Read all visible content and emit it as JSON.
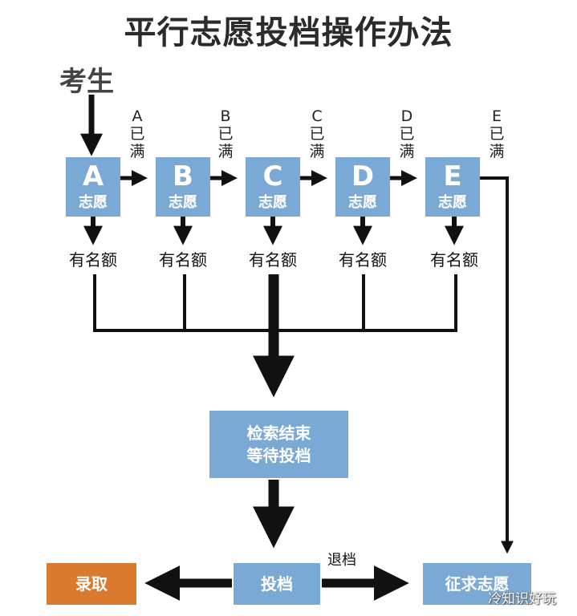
{
  "title": "平行志愿投档操作办法",
  "examinee": "考生",
  "wishes": [
    {
      "letter": "A",
      "sub": "志愿",
      "full_letter": "A",
      "full_text1": "已",
      "full_text2": "满"
    },
    {
      "letter": "B",
      "sub": "志愿",
      "full_letter": "B",
      "full_text1": "已",
      "full_text2": "满"
    },
    {
      "letter": "C",
      "sub": "志愿",
      "full_letter": "C",
      "full_text1": "已",
      "full_text2": "满"
    },
    {
      "letter": "D",
      "sub": "志愿",
      "full_letter": "D",
      "full_text1": "已",
      "full_text2": "满"
    },
    {
      "letter": "E",
      "sub": "志愿",
      "full_letter": "E",
      "full_text1": "已",
      "full_text2": "满"
    }
  ],
  "quota_label": "有名额",
  "search_end": {
    "line1": "检索结束",
    "line2": "等待投档"
  },
  "admit": "录取",
  "invest": "投档",
  "return": "退档",
  "solicit": "征求志愿",
  "watermark": "冷知识好玩",
  "colors": {
    "box": "#7ba9d6",
    "admit": "#d97a2e",
    "arrow": "#111111"
  }
}
